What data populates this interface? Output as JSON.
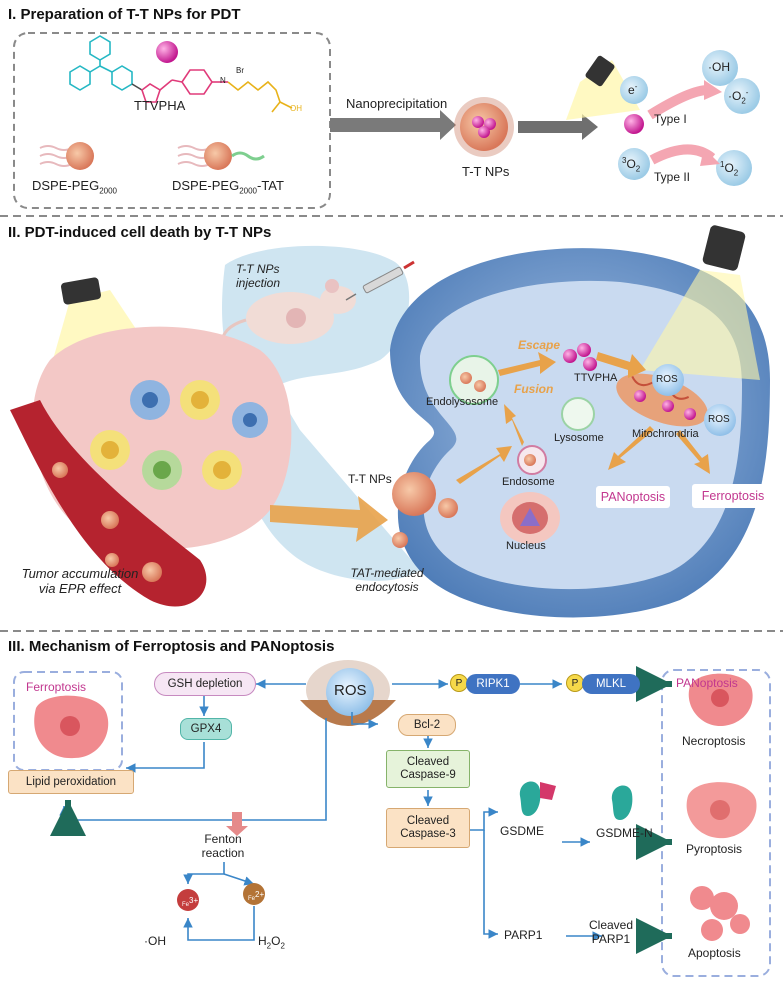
{
  "section1": {
    "title": "I. Preparation of T-T NPs for PDT",
    "ttvpha": "TTVPHA",
    "br": "Br",
    "n_plus": "N",
    "oh": "OH",
    "dspe_peg": "DSPE-PEG2000",
    "dspe_peg_tat": "DSPE-PEG2000-TAT",
    "nanoprecipitation": "Nanoprecipitation",
    "tt_nps": "T-T NPs",
    "e_minus": "e-",
    "oh_radical": "·OH",
    "o2_radical": "·O2-",
    "type1": "Type I",
    "o2_triplet": "3O2",
    "type2": "Type II",
    "o2_singlet": "1O2"
  },
  "section2": {
    "title": "II. PDT-induced cell death by T-T NPs",
    "injection": "T-T NPs injection",
    "tumor": "Tumor accumulation via EPR effect",
    "tt_nps": "T-T NPs",
    "tat": "TAT-mediated endocytosis",
    "escape": "Escape",
    "fusion": "Fusion",
    "ttvpha": "TTVPHA",
    "endolysosome": "Endolysosome",
    "lysosome": "Lysosome",
    "endosome": "Endosome",
    "nucleus": "Nucleus",
    "mitochondria": "Mitochrondria",
    "ros1": "ROS",
    "ros2": "ROS",
    "panoptosis": "PANoptosis",
    "ferroptosis": "Ferroptosis"
  },
  "section3": {
    "title": "III. Mechanism of Ferroptosis and PANoptosis",
    "ferroptosis": "Ferroptosis",
    "panoptosis": "PANoptosis",
    "ros": "ROS",
    "gsh": "GSH depletion",
    "gpx4": "GPX4",
    "lipid": "Lipid peroxidation",
    "fenton": "Fenton reaction",
    "fe3": "Fe3+",
    "fe2": "Fe2+",
    "oh": "·OH",
    "h2o2": "H2O2",
    "p1": "P",
    "ripk1": "RIPK1",
    "p2": "P",
    "mlkl": "MLKL",
    "bcl2": "Bcl-2",
    "casp9": "Cleaved Caspase-9",
    "casp3": "Cleaved Caspase-3",
    "gsdme": "GSDME",
    "gsdmen": "GSDME-N",
    "parp1": "PARP1",
    "cparp1": "Cleaved PARP1",
    "necroptosis": "Necroptosis",
    "pyroptosis": "Pyroptosis",
    "apoptosis": "Apoptosis"
  },
  "colors": {
    "accent_pink": "#c2378f",
    "arrow_blue": "#3a86c8",
    "arrow_green": "#1f6b5a",
    "orange": "#e8a24a",
    "dashed": "#8a8a8a"
  }
}
